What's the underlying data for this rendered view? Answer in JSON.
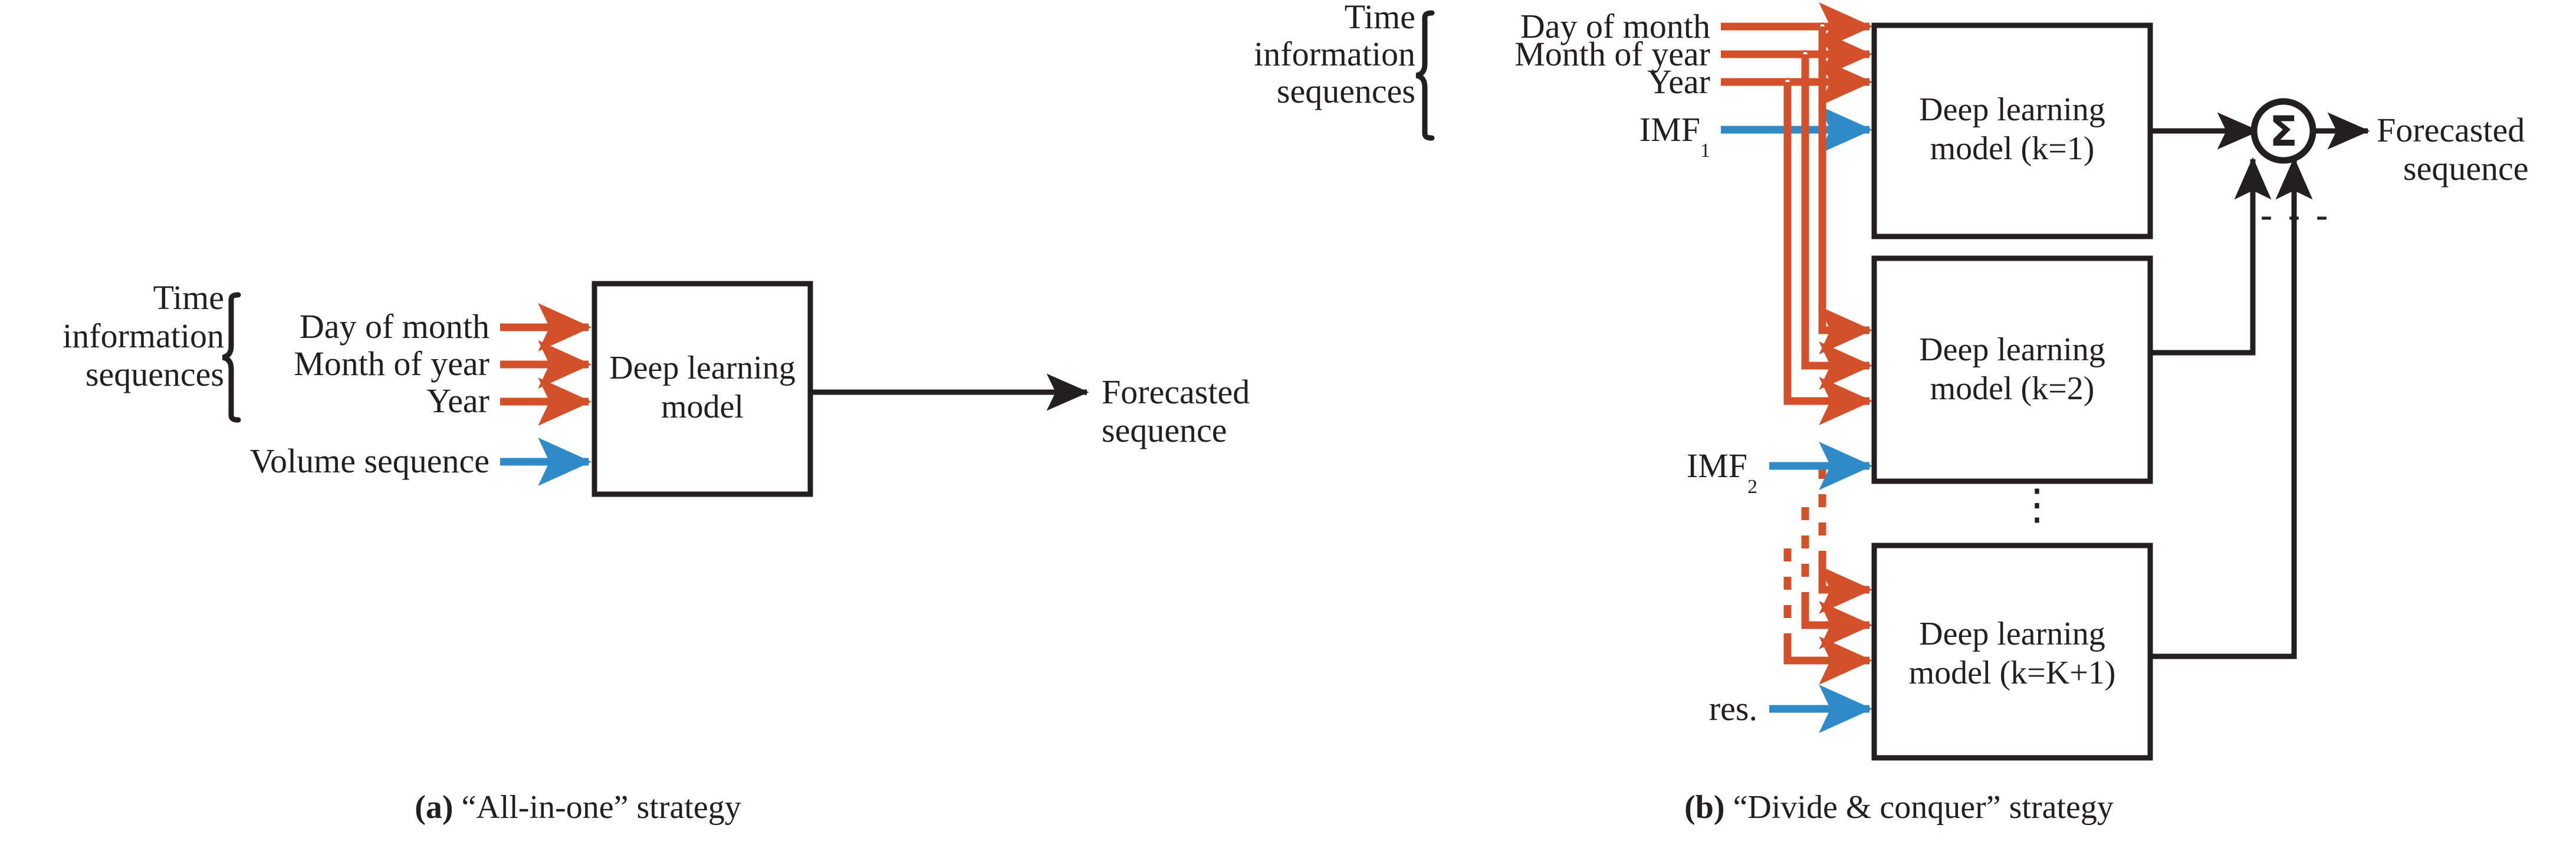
{
  "figure": {
    "colors": {
      "time_arrow": "#d3502a",
      "signal_arrow": "#2e8bc8",
      "line": "#231f20",
      "background": "#ffffff"
    },
    "panel_a": {
      "caption_marker": "(a)",
      "caption_text": "“All-in-one” strategy",
      "group_label_lines": [
        "Time",
        "information",
        "sequences"
      ],
      "time_inputs": [
        "Day of month",
        "Month of year",
        "Year"
      ],
      "other_input": "Volume sequence",
      "model_box_lines": [
        "Deep learning",
        "model"
      ],
      "output_lines": [
        "Forecasted",
        "sequence"
      ]
    },
    "panel_b": {
      "caption_marker": "(b)",
      "caption_text": "“Divide & conquer” strategy",
      "group_label_lines": [
        "Time",
        "information",
        "sequences"
      ],
      "time_inputs": [
        "Day of month",
        "Month of year",
        "Year"
      ],
      "component_inputs": [
        {
          "base": "IMF",
          "sub": "1"
        },
        {
          "base": "IMF",
          "sub": "2"
        },
        {
          "base": "res.",
          "sub": ""
        }
      ],
      "model_boxes": [
        {
          "line1": "Deep learning",
          "line2": "model (k=1)"
        },
        {
          "line1": "Deep learning",
          "line2": "model (k=2)"
        },
        {
          "line1": "Deep learning",
          "line2": "model (k=K+1)"
        }
      ],
      "vertical_ellipsis": "⋮",
      "horizontal_ellipsis": "- - -",
      "sum_symbol": "Σ",
      "output_lines": [
        "Forecasted",
        "sequence"
      ]
    }
  }
}
